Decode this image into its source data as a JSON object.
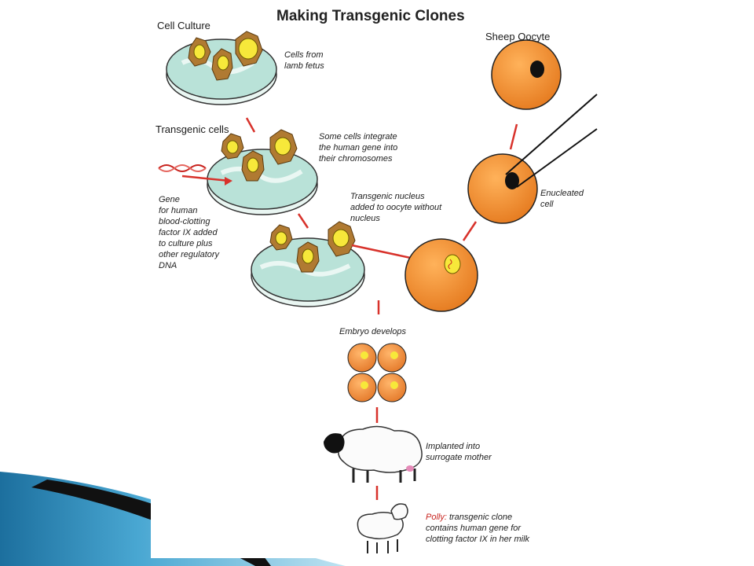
{
  "diagram": {
    "title": "Making Transgenic Clones",
    "labels": {
      "cell_culture": "Cell Culture",
      "cells_from_lamb_fetus_1": "Cells from",
      "cells_from_lamb_fetus_2": "lamb fetus",
      "transgenic_cells": "Transgenic cells",
      "integrate_1": "Some cells integrate",
      "integrate_2": "the human gene into",
      "integrate_3": "their chromosomes",
      "gene_1": "Gene",
      "gene_2": "for human",
      "gene_3": "blood-clotting",
      "gene_4": "factor IX added",
      "gene_5": "to culture plus",
      "gene_6": "other regulatory",
      "gene_7": "DNA",
      "nucleus_1": "Transgenic nucleus",
      "nucleus_2": "added to oocyte without",
      "nucleus_3": "nucleus",
      "sheep_oocyte": "Sheep Oocyte",
      "enucleated_1": "Enucleated",
      "enucleated_2": "cell",
      "embryo": "Embryo develops",
      "implanted_1": "Implanted into",
      "implanted_2": "surrogate mother",
      "polly_name": "Polly:",
      "polly_1": " transgenic clone",
      "polly_2": "contains human gene for",
      "polly_3": "clotting factor IX in her milk"
    },
    "colors": {
      "arrow_red": "#d8322b",
      "oocyte_orange": "#f0963a",
      "cell_brown": "#a8752f",
      "nucleus_yellow": "#f7e83a",
      "dish_teal": "#a9d8cc",
      "slide_blue": "#2a8fc0"
    }
  }
}
